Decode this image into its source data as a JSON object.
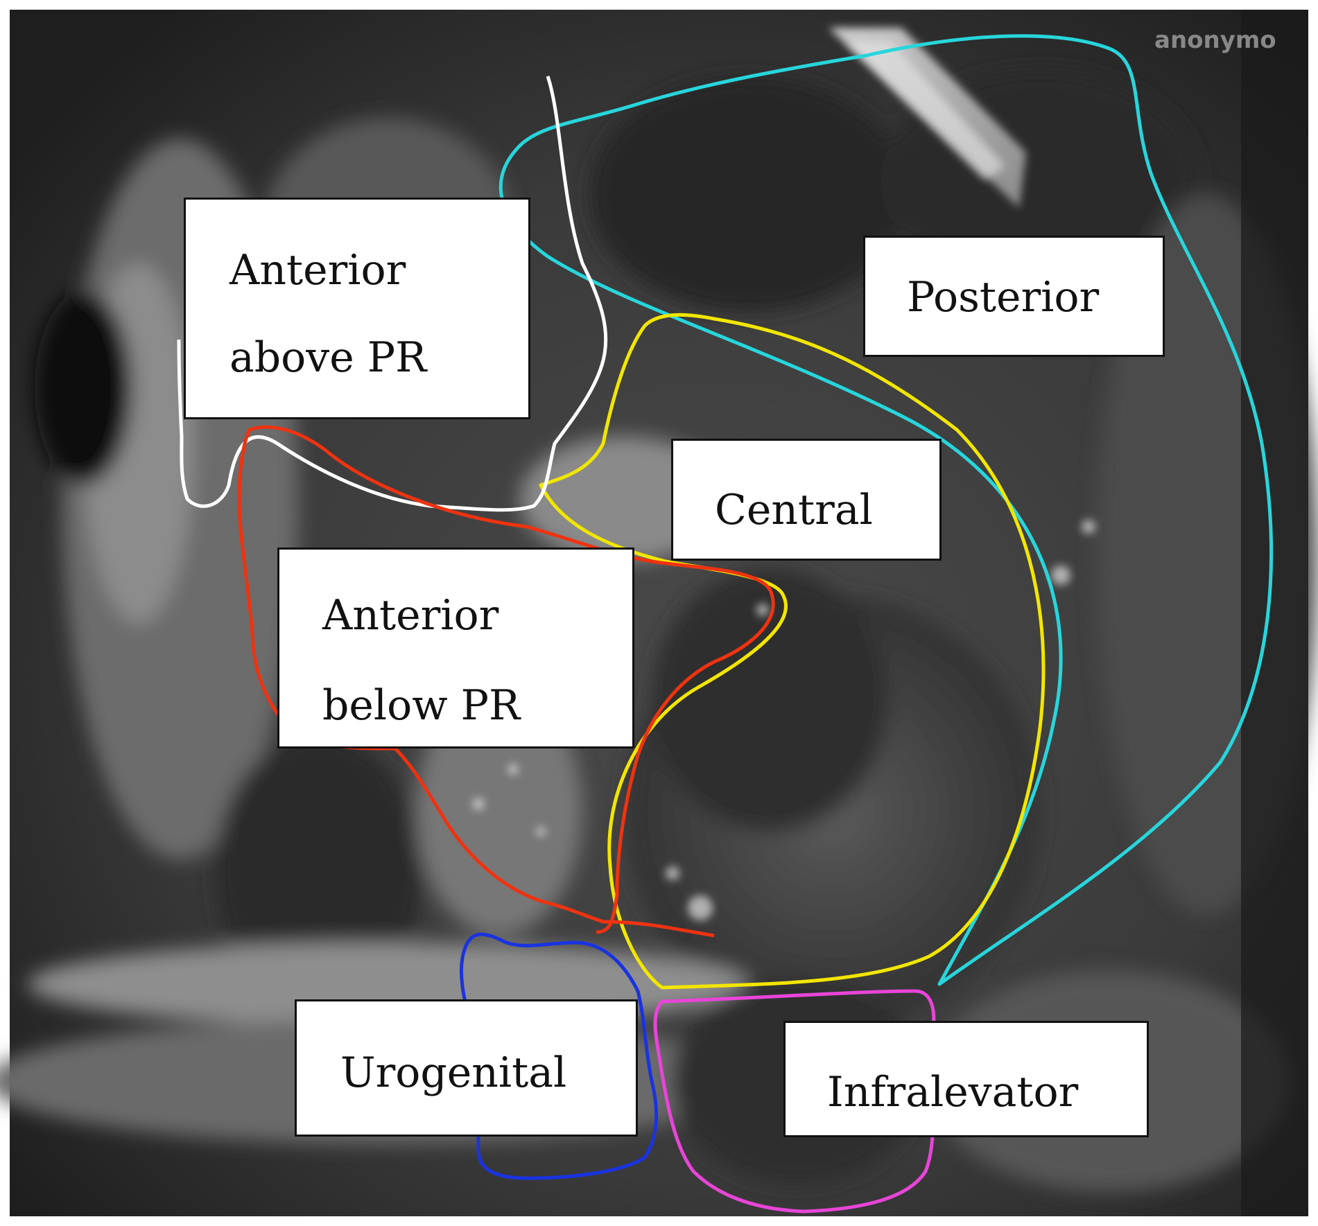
{
  "figure": {
    "watermark": "anonymo",
    "colors": {
      "background": "#ffffff",
      "posterior": "#27d6dc",
      "central": "#f2e600",
      "anterior_above": "#ffffff",
      "anterior_below": "#ee3311",
      "urogenital": "#1a33e0",
      "infralevator": "#e845d8"
    },
    "labels": {
      "anterior_above": [
        "Anterior",
        "above PR"
      ],
      "posterior": "Posterior",
      "central": "Central",
      "anterior_below": [
        "Anterior",
        "below PR"
      ],
      "urogenital": "Urogenital",
      "infralevator": "Infralevator"
    }
  }
}
